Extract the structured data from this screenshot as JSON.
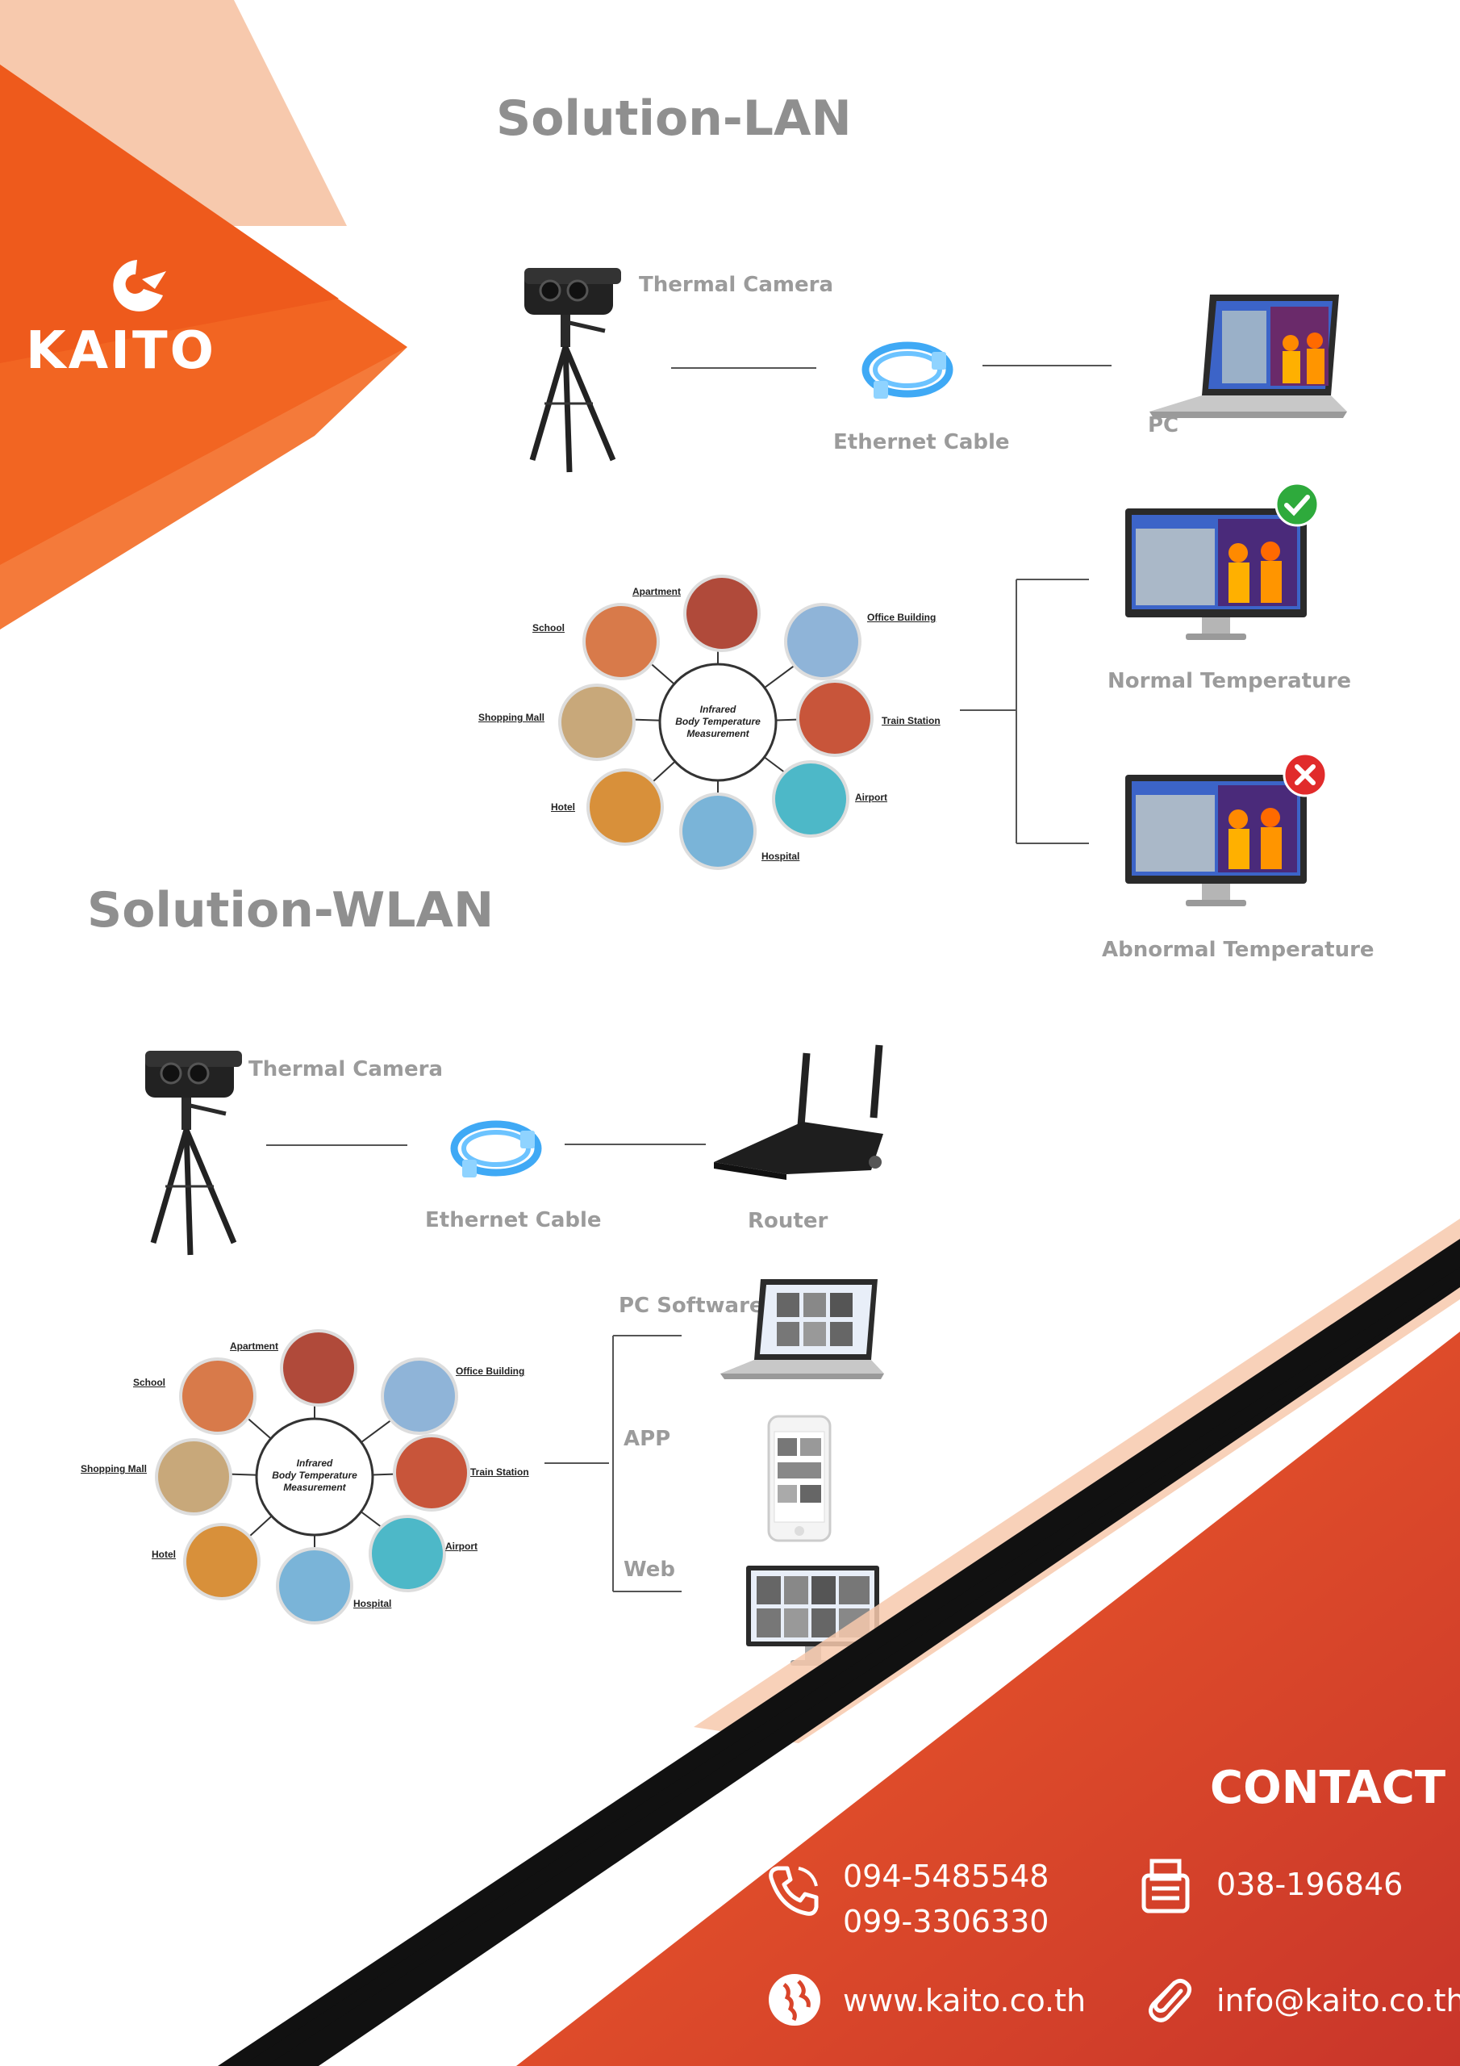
{
  "brand": {
    "name": "KAITO",
    "color": "#f26522"
  },
  "lan": {
    "title": "Solution-LAN",
    "camera_label": "Thermal Camera",
    "cable_label": "Ethernet Cable",
    "pc_label": "PC",
    "normal_label": "Normal Temperature",
    "abnormal_label": "Abnormal Temperature"
  },
  "wlan": {
    "title": "Solution-WLAN",
    "camera_label": "Thermal Camera",
    "cable_label": "Ethernet Cable",
    "router_label": "Router",
    "pc_software_label": "PC Software",
    "app_label": "APP",
    "web_label": "Web"
  },
  "hub": {
    "center_line1": "Infrared",
    "center_line2": "Body Temperature",
    "center_line3": "Measurement",
    "places": [
      "Apartment",
      "Office Building",
      "Train Station",
      "Airport",
      "Hospital",
      "Hotel",
      "Shopping Mall",
      "School"
    ]
  },
  "contact": {
    "title": "CONTACT",
    "phone1": "094-5485548",
    "phone2": "099-3306330",
    "fax": "038-196846",
    "website": "www.kaito.co.th",
    "email": "info@kaito.co.th"
  },
  "icons": [
    "phone-icon",
    "fax-icon",
    "globe-icon",
    "paperclip-icon",
    "check-icon",
    "cross-icon"
  ]
}
